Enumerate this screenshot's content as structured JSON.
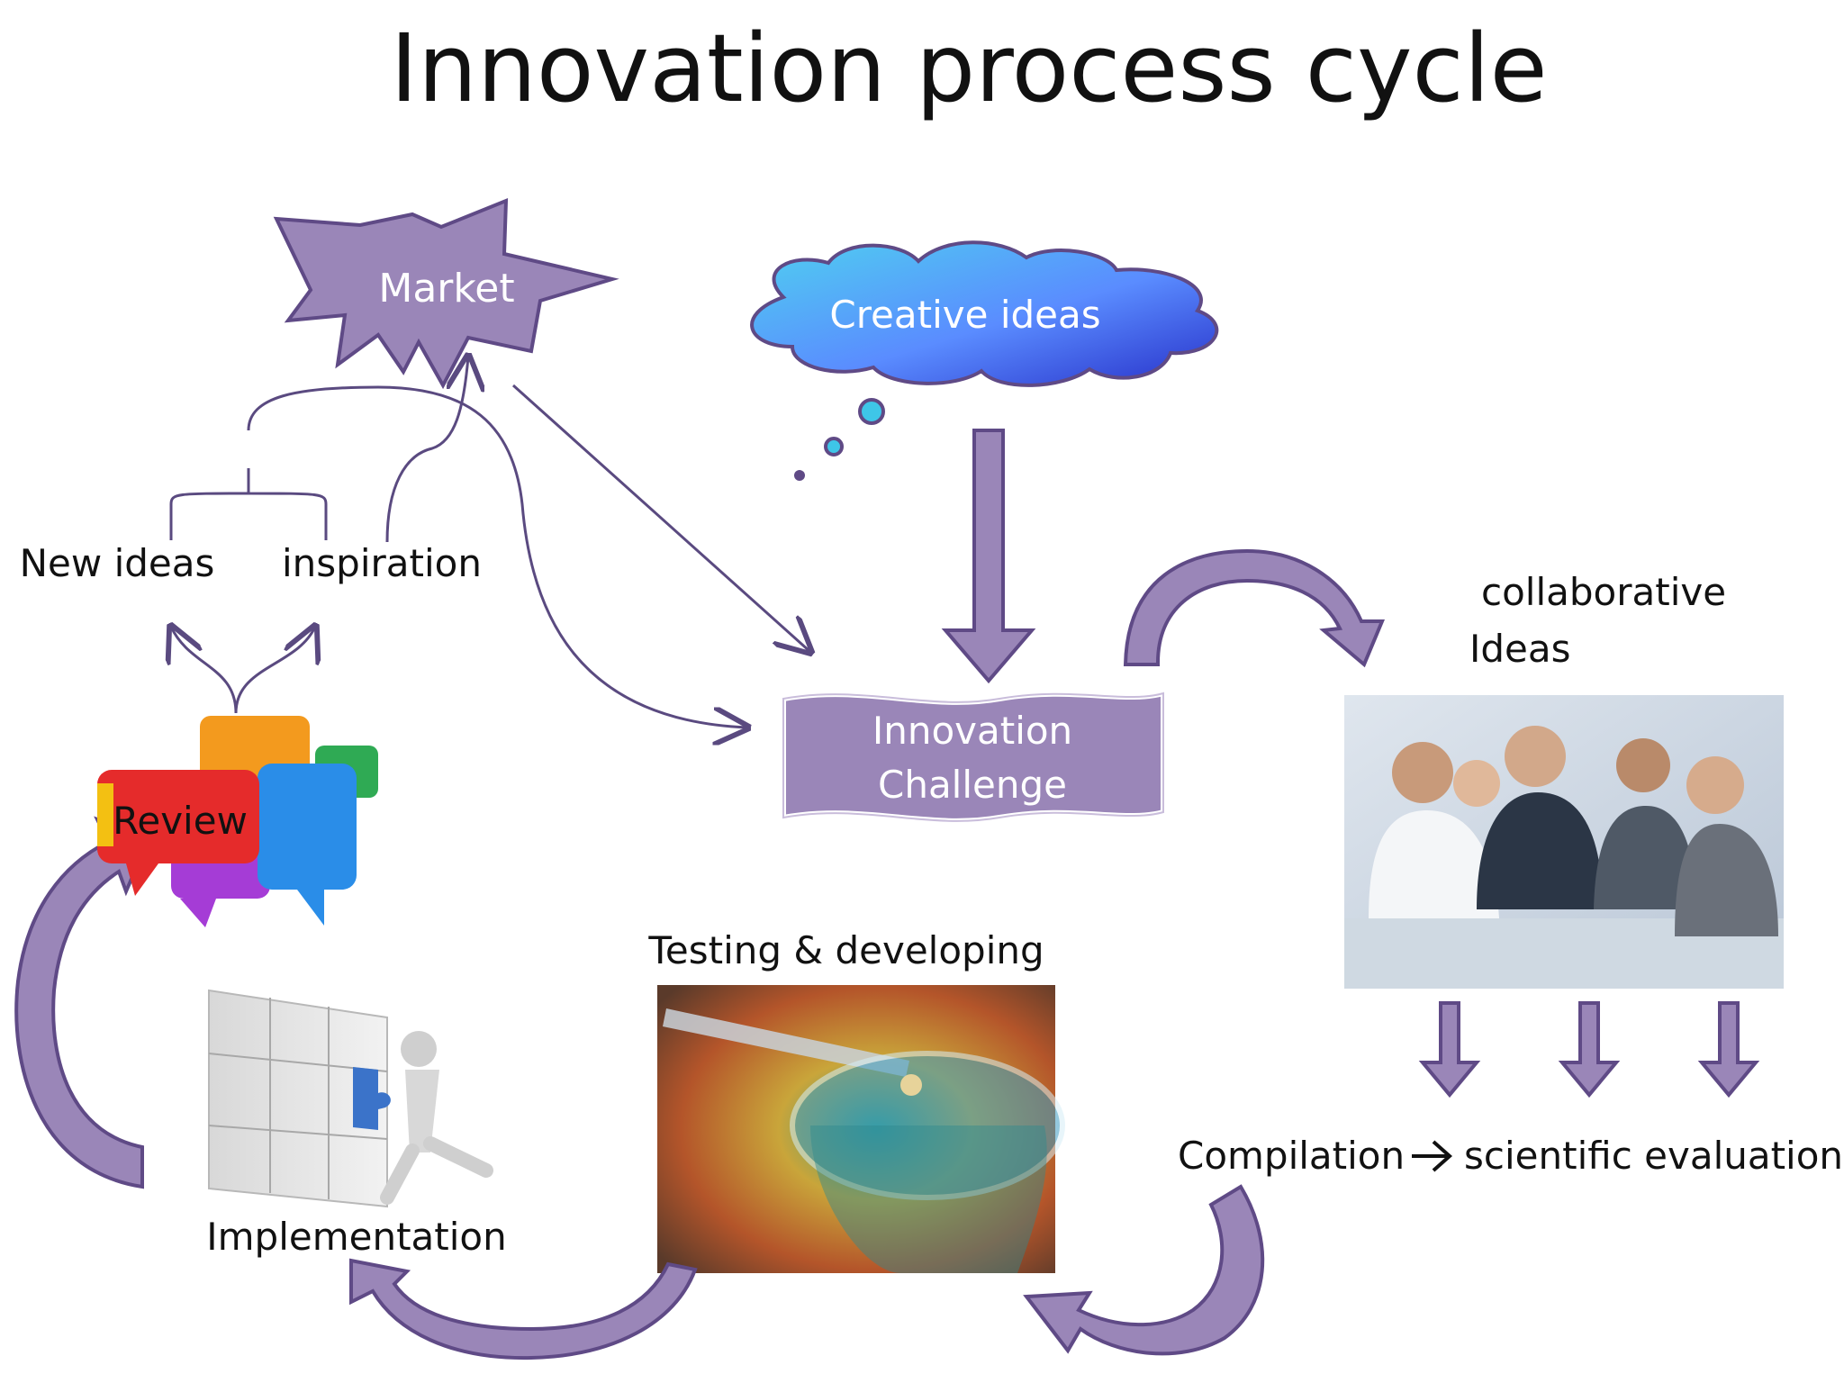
{
  "title": "Innovation process cycle",
  "nodes": {
    "market": "Market",
    "creative_ideas": "Creative ideas",
    "innovation_challenge_line1": "Innovation",
    "innovation_challenge_line2": "Challenge",
    "collaborative_line1": "collaborative",
    "collaborative_line2": "Ideas",
    "compilation": "Compilation",
    "scientific_evaluation": "scientific evaluation",
    "testing": "Testing & developing",
    "implementation": "Implementation",
    "review": "Review",
    "new_ideas": "New ideas",
    "inspiration": "inspiration"
  },
  "colors": {
    "purple_fill": "#9a86b8",
    "purple_stroke": "#5f4a86",
    "line": "#5a4a80",
    "cloud_light": "#4fc3ef",
    "cloud_dark": "#2a3fd6",
    "text_dark": "#111111",
    "text_light": "#ffffff"
  }
}
